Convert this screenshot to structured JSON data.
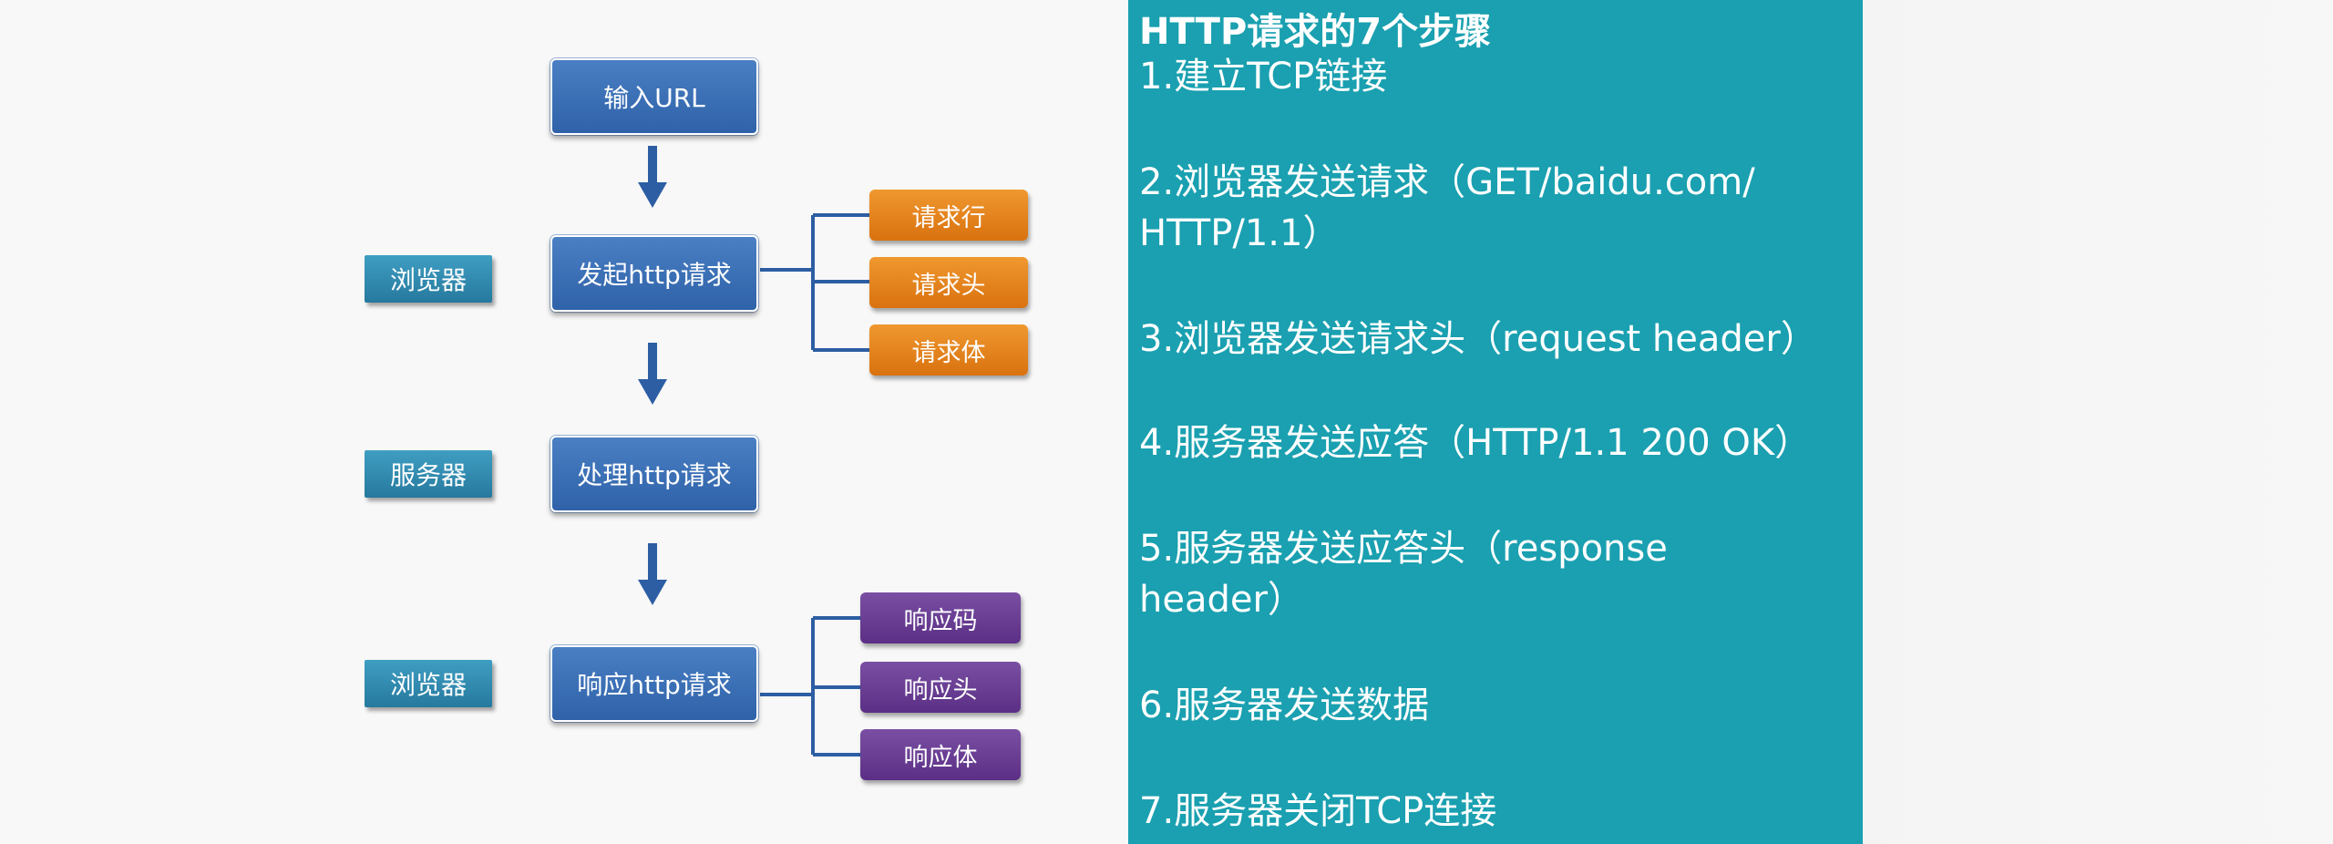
{
  "flow": {
    "input_url": "输入URL",
    "send_request": "发起http请求",
    "process_request": "处理http请求",
    "respond_request": "响应http请求"
  },
  "actors": {
    "browser_1": "浏览器",
    "server": "服务器",
    "browser_2": "浏览器"
  },
  "request_parts": [
    "请求行",
    "请求头",
    "请求体"
  ],
  "response_parts": [
    "响应码",
    "响应头",
    "响应体"
  ],
  "colors": {
    "main_box": "#3a6fb5",
    "actor_box": "#2f8fb5",
    "request_part": "#e8861f",
    "response_part": "#6a3f95",
    "panel_bg": "#1aa0b0",
    "arrow": "#2d5ea3"
  },
  "steps": {
    "title": "HTTP请求的7个步骤",
    "items": [
      {
        "line1": "1.建立TCP链接",
        "line2": ""
      },
      {
        "line1": "2.浏览器发送请求（GET/baidu.com/",
        "line2": "HTTP/1.1）"
      },
      {
        "line1": "3.浏览器发送请求头（request header）",
        "line2": ""
      },
      {
        "line1": "4.服务器发送应答（HTTP/1.1 200 OK）",
        "line2": ""
      },
      {
        "line1": "5.服务器发送应答头（response",
        "line2": "header）"
      },
      {
        "line1": "6.服务器发送数据",
        "line2": ""
      },
      {
        "line1": "7.服务器关闭TCP连接",
        "line2": ""
      }
    ]
  }
}
